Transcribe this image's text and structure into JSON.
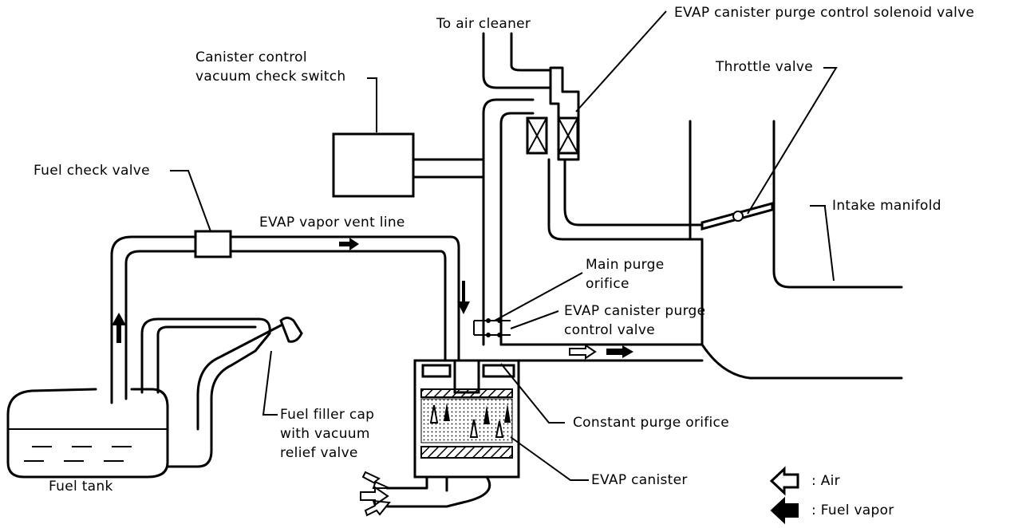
{
  "labels": {
    "to_air_cleaner": "To air cleaner",
    "purge_solenoid": "EVAP canister purge control solenoid valve",
    "vacuum_check_switch": "Canister control\nvacuum check switch",
    "throttle_valve": "Throttle valve",
    "fuel_check_valve": "Fuel check valve",
    "vapor_vent_line": "EVAP vapor vent line",
    "intake_manifold": "Intake manifold",
    "main_purge_orifice": "Main purge\norifice",
    "purge_control_valve": "EVAP canister purge\ncontrol valve",
    "fuel_filler_cap": "Fuel filler cap\nwith vacuum\nrelief valve",
    "constant_purge_orifice": "Constant purge orifice",
    "evap_canister": "EVAP canister",
    "fuel_tank": "Fuel tank"
  },
  "legend": {
    "air": ": Air",
    "fuel_vapor": ": Fuel vapor"
  },
  "icons": {
    "air": "hollow-arrow-left",
    "fuel_vapor": "solid-arrow-left"
  }
}
